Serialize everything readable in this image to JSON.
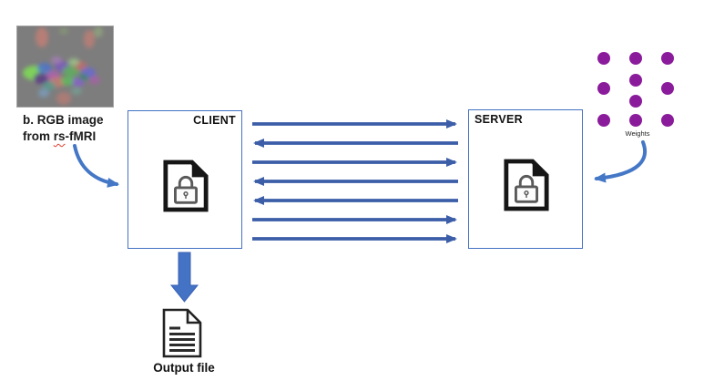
{
  "input_image": {
    "icon": "rs-fmri-brain-image",
    "caption_line1": "b. RGB image",
    "caption_line2_prefix": "from ",
    "caption_line2_marked": "rs",
    "caption_line2_suffix": "-fMRI"
  },
  "client": {
    "label": "CLIENT",
    "icon": "locked-document-icon"
  },
  "server": {
    "label": "SERVER",
    "icon": "locked-document-icon"
  },
  "weights": {
    "label": "Weights",
    "icon": "neural-weights-dots"
  },
  "messages": {
    "directions": [
      "right",
      "left",
      "right",
      "left",
      "left",
      "right",
      "right"
    ]
  },
  "output": {
    "label": "Output file",
    "icon": "document-text-icon"
  },
  "colors": {
    "box_border": "#4472C4",
    "message_arrow": "#3C5EA8",
    "curved_arrow": "#4477C6",
    "block_arrow": "#4472C4",
    "weight_dot": "#8A1C9B",
    "fmri_background": "#7D7D7D"
  }
}
